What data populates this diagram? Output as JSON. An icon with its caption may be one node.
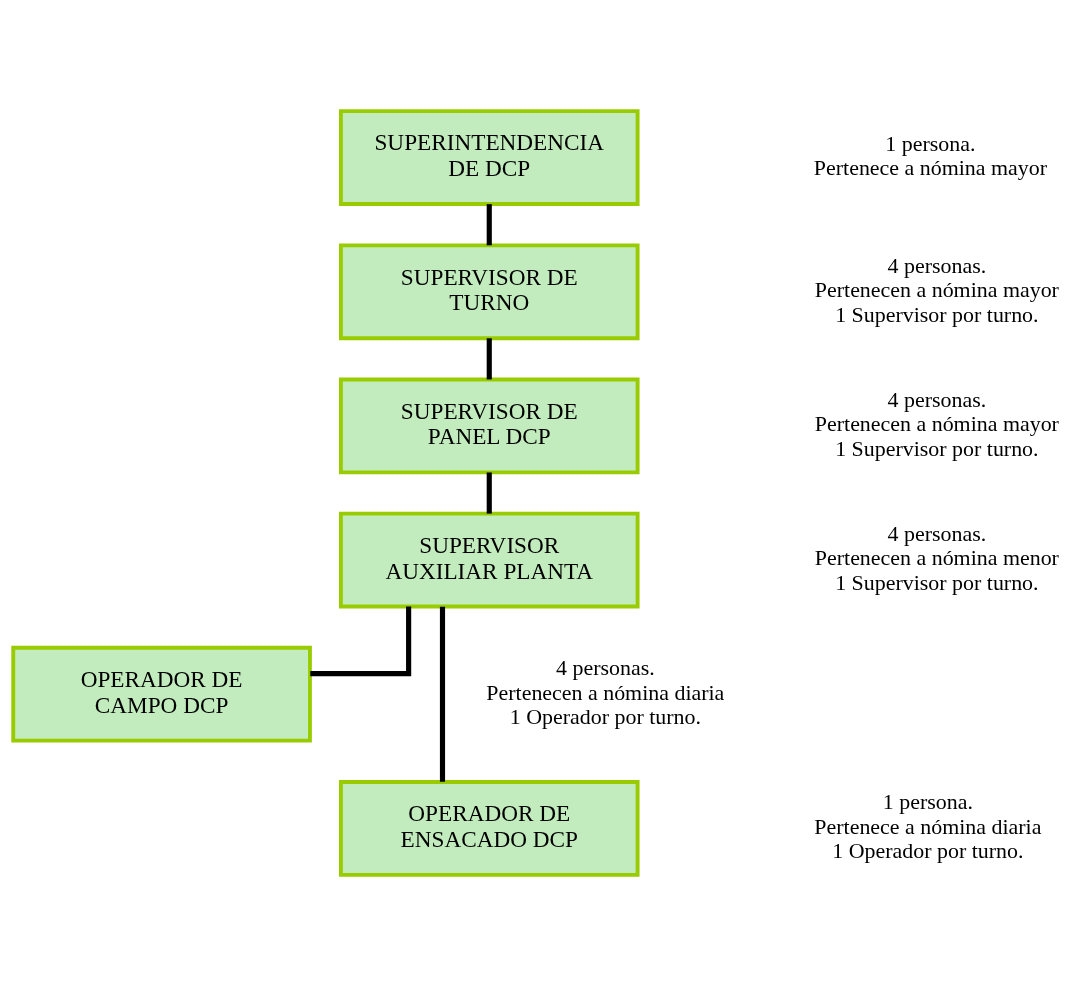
{
  "diagram": {
    "nodes": [
      {
        "text": [
          "SUPERINTENDENCIA DE DCP"
        ],
        "beside": [
          "1 persona.",
          "Pertenece a nómina mayor"
        ]
      },
      {
        "text": [
          "SUPERVISOR DE TURNO"
        ],
        "beside": [
          "4 personas.",
          "Pertenecen a nómina mayor",
          "1 Supervisor por turno."
        ]
      },
      {
        "text": [
          "SUPERVISOR DE PANEL DCP"
        ],
        "beside": [
          "4 personas.",
          "Pertenecen a nómina mayor",
          "1 Supervisor por turno."
        ]
      },
      {
        "text": [
          "SUPERVISOR AUXILIAR PLANTA"
        ],
        "beside": [
          "4 personas.",
          "Pertenecen a nómina menor",
          "1 Supervisor por turno."
        ]
      },
      {
        "text": [
          "OPERADOR DE CAMPO DCP"
        ],
        "beside": [
          "4 personas.",
          "Pertenecen a nómina diaria",
          "1 Operador por turno."
        ]
      },
      {
        "text": [
          "OPERADOR DE ENSACADO DCP"
        ],
        "beside": [
          "1 persona.",
          "Pertenece a nómina diaria",
          "1 Operador por turno."
        ]
      }
    ],
    "edges": [
      {
        "from": 0,
        "to": 1,
        "arrow": "none"
      },
      {
        "from": 1,
        "to": 2,
        "arrow": "none"
      },
      {
        "from": 2,
        "to": 3,
        "arrow": "none"
      },
      {
        "from": 3,
        "to": 4,
        "arrow": "none"
      },
      {
        "from": 3,
        "to": 5,
        "arrow": "none"
      }
    ]
  }
}
